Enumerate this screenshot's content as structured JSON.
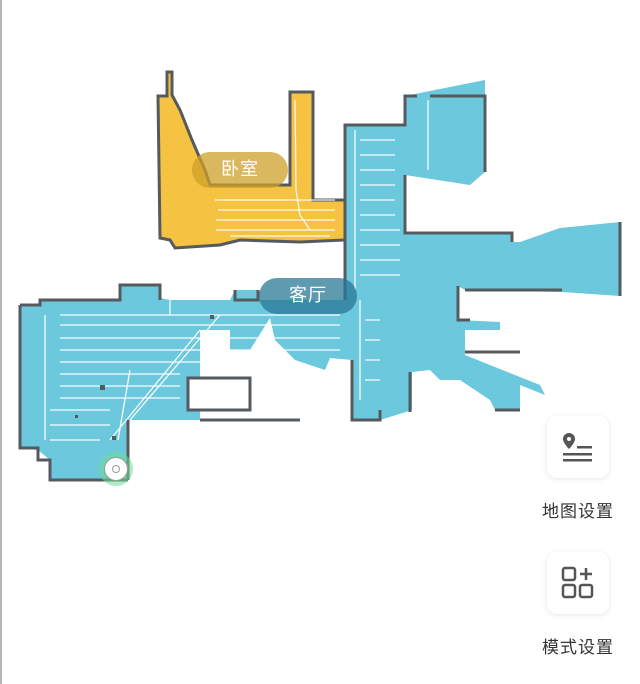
{
  "map": {
    "rooms": [
      {
        "name": "卧室",
        "color": "#F5C242",
        "label_color": "#D4A935"
      },
      {
        "name": "客厅",
        "color": "#6CC8DC",
        "label_color": "#2E8AA5"
      }
    ],
    "wall_color": "#555A5E",
    "path_color": "#FFFFFF",
    "robot": {
      "icon": "robot-vacuum-icon",
      "status_ring_color": "#7BDDA0"
    }
  },
  "sidebar": {
    "map_settings": {
      "label": "地图设置",
      "icon": "map-pin-list-icon"
    },
    "mode_settings": {
      "label": "模式设置",
      "icon": "grid-plus-icon"
    }
  }
}
